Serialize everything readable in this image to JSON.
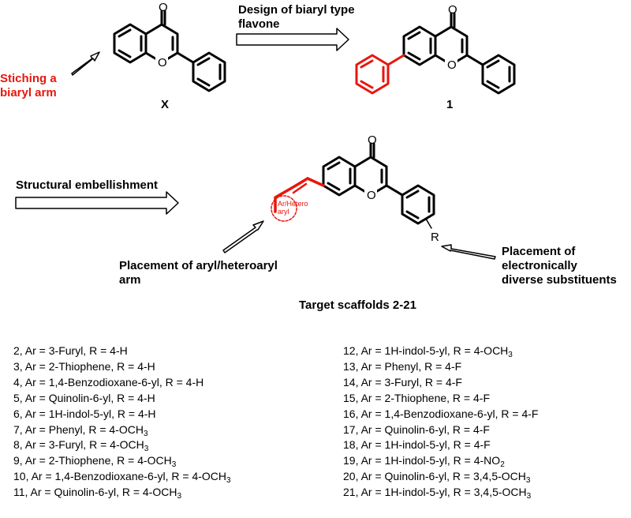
{
  "labels": {
    "stitching": [
      "Stiching a",
      "biaryl arm"
    ],
    "design": [
      "Design of biaryl type",
      "flavone"
    ],
    "compound_x": "X",
    "compound_1": "1",
    "structural": "Structural embellishment",
    "placement_aryl": [
      "Placement of aryl/heteroaryl",
      "arm"
    ],
    "placement_electronic": [
      "Placement of",
      "electronically",
      "diverse substituents"
    ],
    "target": "Target scaffolds 2-21",
    "ring_label": [
      "Ar/Hetero",
      "aryl"
    ],
    "atom_O": "O",
    "atom_R": "R"
  },
  "colors": {
    "highlight": "#e8160c",
    "text": "#000000"
  },
  "entries_left": [
    {
      "n": "2",
      "ar": "3-Furyl",
      "r": "4-H"
    },
    {
      "n": "3",
      "ar": "2-Thiophene",
      "r": "4-H"
    },
    {
      "n": "4",
      "ar": "1,4-Benzodioxane-6-yl",
      "r": "4-H"
    },
    {
      "n": "5",
      "ar": "Quinolin-6-yl",
      "r": "4-H"
    },
    {
      "n": "6",
      "ar": "1H-indol-5-yl",
      "r": "4-H"
    },
    {
      "n": "7",
      "ar": "Phenyl",
      "r": "4-OCH",
      "sub": "3"
    },
    {
      "n": "8",
      "ar": "3-Furyl",
      "r": "4-OCH",
      "sub": "3"
    },
    {
      "n": "9",
      "ar": "2-Thiophene",
      "r": "4-OCH",
      "sub": "3"
    },
    {
      "n": "10",
      "ar": "1,4-Benzodioxane-6-yl",
      "r": "4-OCH",
      "sub": "3"
    },
    {
      "n": "11",
      "ar": "Quinolin-6-yl",
      "r": "4-OCH",
      "sub": "3"
    }
  ],
  "entries_right": [
    {
      "n": "12",
      "ar": "1H-indol-5-yl",
      "r": "4-OCH",
      "sub": "3"
    },
    {
      "n": "13",
      "ar": "Phenyl",
      "r": "4-F"
    },
    {
      "n": "14",
      "ar": "3-Furyl",
      "r": "4-F"
    },
    {
      "n": "15",
      "ar": "2-Thiophene",
      "r": "4-F"
    },
    {
      "n": "16",
      "ar": "1,4-Benzodioxane-6-yl",
      "r": "4-F"
    },
    {
      "n": "17",
      "ar": "Quinolin-6-yl",
      "r": "4-F"
    },
    {
      "n": "18",
      "ar": "1H-indol-5-yl",
      "r": "4-F"
    },
    {
      "n": "19",
      "ar": "1H-indol-5-yl",
      "r": "4-NO",
      "sub": "2"
    },
    {
      "n": "20",
      "ar": "Quinolin-6-yl",
      "r": "3,4,5-OCH",
      "sub": "3"
    },
    {
      "n": "21",
      "ar": "1H-indol-5-yl",
      "r": "3,4,5-OCH",
      "sub": "3"
    }
  ]
}
